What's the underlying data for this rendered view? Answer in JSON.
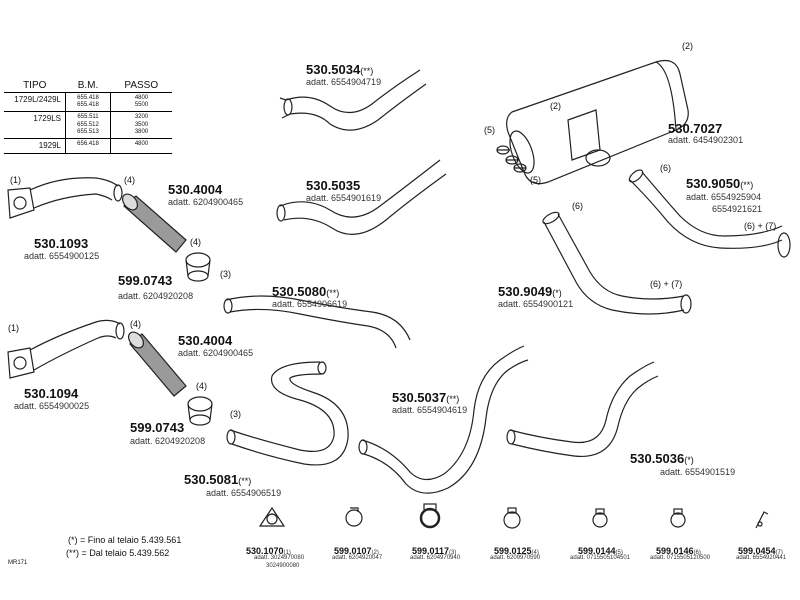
{
  "table": {
    "headers": [
      "TIPO",
      "B.M.",
      "PASSO"
    ],
    "rows": [
      {
        "tipo": "1729L/2429L",
        "bm": "655.418\n655.418",
        "passo": "4800\n5500"
      },
      {
        "tipo": "1729LS",
        "bm": "655.511\n655.512\n655.513",
        "passo": "3200\n3500\n3800"
      },
      {
        "tipo": "1929L",
        "bm": "656.418",
        "passo": "4800"
      }
    ]
  },
  "parts": {
    "p_5034": {
      "code": "530.5034",
      "note": "(**)",
      "sub": "adatt. 6554904719"
    },
    "p_5035": {
      "code": "530.5035",
      "note": "",
      "sub": "adatt. 6554901619"
    },
    "p_7027": {
      "code": "530.7027",
      "note": "",
      "sub": "adatt. 6454902301"
    },
    "p_9050": {
      "code": "530.9050",
      "note": "(**)",
      "sub": "adatt. 6554925904",
      "sub2": "6554921621"
    },
    "p_4004a": {
      "code": "530.4004",
      "note": "",
      "sub": "adatt. 6204900465"
    },
    "p_1093": {
      "code": "530.1093",
      "note": "",
      "sub": "adatt. 6554900125"
    },
    "p_0743a": {
      "code": "599.0743",
      "note": "",
      "sub": "adatt. 6204920208"
    },
    "p_5080": {
      "code": "530.5080",
      "note": "(**)",
      "sub": "adatt. 6554906619"
    },
    "p_9049": {
      "code": "530.9049",
      "note": "(*)",
      "sub": "adatt. 6554900121"
    },
    "p_4004b": {
      "code": "530.4004",
      "note": "",
      "sub": "adatt. 6204900465"
    },
    "p_1094": {
      "code": "530.1094",
      "note": "",
      "sub": "adatt. 6554900025"
    },
    "p_0743b": {
      "code": "599.0743",
      "note": "",
      "sub": "adatt. 6204920208"
    },
    "p_5037": {
      "code": "530.5037",
      "note": "(**)",
      "sub": "adatt. 6554904619"
    },
    "p_5036": {
      "code": "530.5036",
      "note": "(*)",
      "sub": "adatt. 6554901519"
    },
    "p_5081": {
      "code": "530.5081",
      "note": "(**)",
      "sub": "adatt. 6554906519"
    }
  },
  "callouts": {
    "n1a": "(1)",
    "n4a": "(4)",
    "n4b": "(4)",
    "n3a": "(3)",
    "n1b": "(1)",
    "n4c": "(4)",
    "n4d": "(4)",
    "n3b": "(3)",
    "n2a": "(2)",
    "n2b": "(2)",
    "n5a": "(5)",
    "n5b": "(5)",
    "n6a": "(6)",
    "n6b": "(6)",
    "n67a": "(6) + (7)",
    "n67b": "(6) + (7)"
  },
  "clamps": [
    {
      "code": "530.1070",
      "n": "(1)",
      "sub": "adatt. 3024970080",
      "sub2": "3024900080"
    },
    {
      "code": "599.0107",
      "n": "(2)",
      "sub": "adatt. 6204920047",
      "sub2": ""
    },
    {
      "code": "599.0117",
      "n": "(3)",
      "sub": "adatt. 6204970940",
      "sub2": ""
    },
    {
      "code": "599.0125",
      "n": "(4)",
      "sub": "adatt. 6209970590",
      "sub2": ""
    },
    {
      "code": "599.0144",
      "n": "(5)",
      "sub": "adatt. 0715505104501",
      "sub2": ""
    },
    {
      "code": "599.0146",
      "n": "(6)",
      "sub": "adatt. 0715505120500",
      "sub2": ""
    },
    {
      "code": "599.0454",
      "n": "(7)",
      "sub": "adatt. 6554920441",
      "sub2": ""
    }
  ],
  "legend": {
    "l1": "(*) = Fino al telaio 5.439.561",
    "l2": "(**) = Dal telaio 5.439.562"
  },
  "footer_code": "MR171"
}
